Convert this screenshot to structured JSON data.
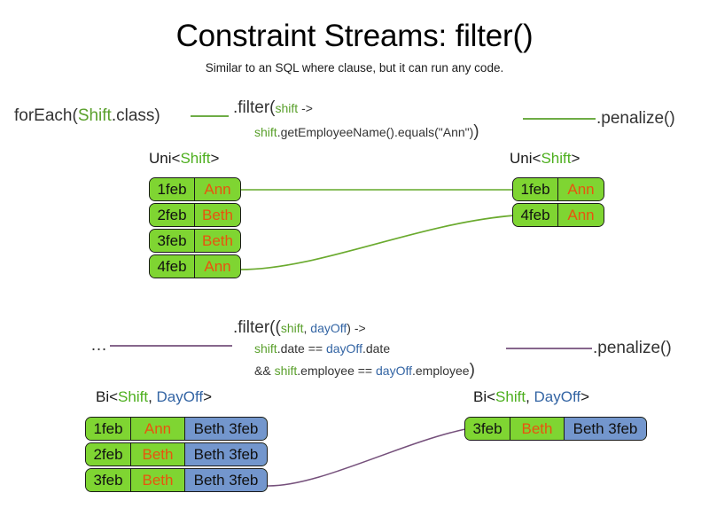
{
  "slide": {
    "title": "Constraint Streams: filter()",
    "subtitle": "Similar to an SQL where clause, but it can run any code."
  },
  "colors": {
    "shift_green": "#5aa02c",
    "dayoff_blue": "#3465a4",
    "box_green": "#7fd532",
    "box_blue": "#7396cd",
    "name_orange": "#e8540f",
    "connector_green": "#5aa02c",
    "connector_purple": "#75507b",
    "border": "#1a1a1a"
  },
  "uni_section": {
    "source_call": {
      "prefix": "forEach(",
      "type": "Shift",
      "suffix": ".class)"
    },
    "filter": {
      "line1_prefix": ".filter(",
      "line1_param": "shift",
      "line1_suffix": " ->",
      "line2_var": "shift",
      "line2_body": ".getEmployeeName().equals(\"Ann\")",
      "line2_close": ")"
    },
    "penalize": ".penalize()",
    "left_label": {
      "prefix": "Uni<",
      "type": "Shift",
      "suffix": ">"
    },
    "right_label": {
      "prefix": "Uni<",
      "type": "Shift",
      "suffix": ">"
    },
    "left_rows": [
      {
        "date": "1feb",
        "name": "Ann"
      },
      {
        "date": "2feb",
        "name": "Beth"
      },
      {
        "date": "3feb",
        "name": "Beth"
      },
      {
        "date": "4feb",
        "name": "Ann"
      }
    ],
    "right_rows": [
      {
        "date": "1feb",
        "name": "Ann"
      },
      {
        "date": "4feb",
        "name": "Ann"
      }
    ]
  },
  "bi_section": {
    "ellipsis": "…",
    "filter": {
      "line1_prefix": ".filter((",
      "line1_param1": "shift",
      "line1_comma": ", ",
      "line1_param2": "dayOff",
      "line1_suffix": ") ->",
      "line2_var1": "shift",
      "line2_mid": ".date == ",
      "line2_var2": "dayOff",
      "line2_tail": ".date",
      "line3_amp": "&& ",
      "line3_var1": "shift",
      "line3_mid": ".employee == ",
      "line3_var2": "dayOff",
      "line3_tail": ".employee",
      "line3_close": ")"
    },
    "penalize": ".penalize()",
    "left_label": {
      "prefix": "Bi<",
      "type1": "Shift",
      "comma": ", ",
      "type2": "DayOff",
      "suffix": ">"
    },
    "right_label": {
      "prefix": "Bi<",
      "type1": "Shift",
      "comma": ", ",
      "type2": "DayOff",
      "suffix": ">"
    },
    "left_rows": [
      {
        "date": "1feb",
        "name": "Ann",
        "dayoff": "Beth 3feb"
      },
      {
        "date": "2feb",
        "name": "Beth",
        "dayoff": "Beth 3feb"
      },
      {
        "date": "3feb",
        "name": "Beth",
        "dayoff": "Beth 3feb"
      }
    ],
    "right_rows": [
      {
        "date": "3feb",
        "name": "Beth",
        "dayoff": "Beth 3feb"
      }
    ]
  }
}
